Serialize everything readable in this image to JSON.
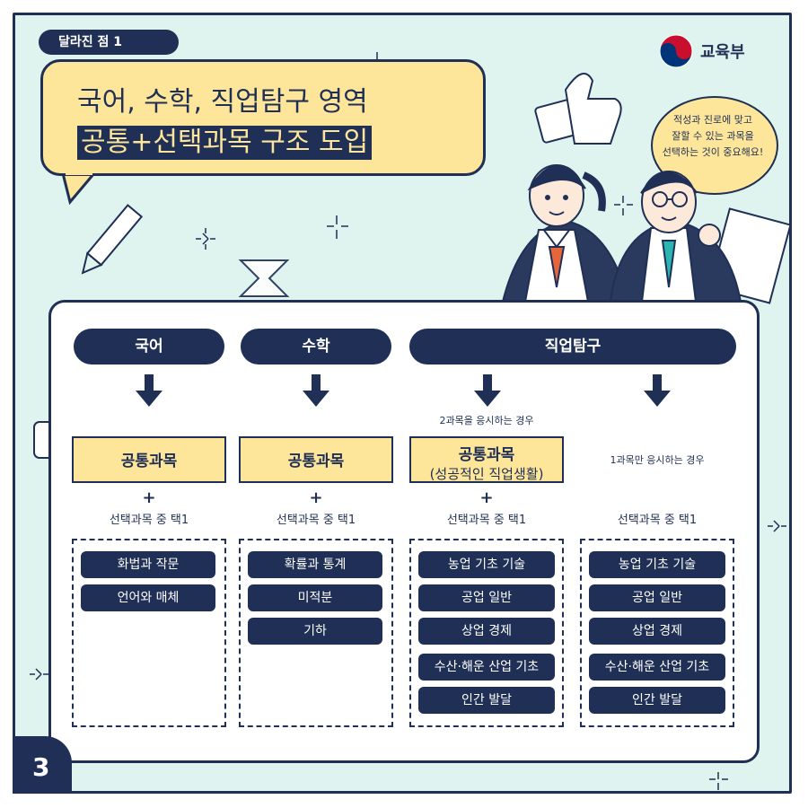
{
  "header": {
    "tag_label": "달라진 점 1",
    "headline_line1": "국어, 수학, 직업탐구 영역",
    "headline_line2": "공통+선택과목 구조 도입",
    "logo_text": "교육부"
  },
  "speech_bubble": {
    "lines": [
      "적성과 진로에 맞고",
      "잘할 수 있는 과목을",
      "선택하는 것이 중요해요!"
    ]
  },
  "columns": [
    {
      "subject": "국어",
      "note": "",
      "common": "공통과목",
      "common_sub": "",
      "plus": "+",
      "select_label": "선택과목 중 택1",
      "options": [
        "화법과 작문",
        "언어와 매체"
      ]
    },
    {
      "subject": "수학",
      "note": "",
      "common": "공통과목",
      "common_sub": "",
      "plus": "+",
      "select_label": "선택과목 중 택1",
      "options": [
        "확률과 통계",
        "미적분",
        "기하"
      ]
    },
    {
      "subject": "직업탐구",
      "note": "2과목을 응시하는 경우",
      "common": "공통과목",
      "common_sub": "(성공적인 직업생활)",
      "plus": "+",
      "select_label": "선택과목 중 택1",
      "options": [
        "농업 기초 기술",
        "공업 일반",
        "상업 경제",
        "수산·해운 산업 기초",
        "인간 발달"
      ]
    },
    {
      "subject": "",
      "note": "1과목만 응시하는 경우",
      "common": "",
      "common_sub": "",
      "plus": "",
      "select_label": "선택과목 중 택1",
      "options": [
        "농업 기초 기술",
        "공업 일반",
        "상업 경제",
        "수산·해운 산업 기초",
        "인간 발달"
      ]
    }
  ],
  "page_number": "3",
  "colors": {
    "navy": "#1f2f55",
    "yellow": "#fde59a",
    "mint": "#dff4ef"
  }
}
